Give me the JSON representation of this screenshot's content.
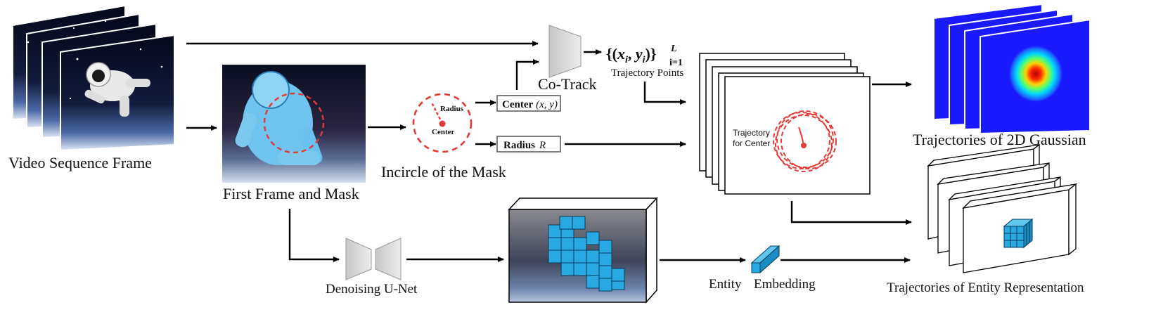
{
  "labels": {
    "video_sequence": "Video Sequence Frame",
    "first_frame": "First Frame and Mask",
    "incircle": "Incircle of the Mask",
    "radius_word": "Radius",
    "center_word": "Center",
    "center_box": "Center",
    "center_coords": "(x, y)",
    "radius_box": "Radius",
    "radius_symbol": "R",
    "cotrack": "Co-Track",
    "traj_points_formula": "{(x",
    "traj_points_label": "Trajectory Points",
    "traj_center_line1": "Trajectory",
    "traj_center_line2": "for Center",
    "gaussian": "Trajectories of 2D Gaussian",
    "unet": "Denoising U-Net",
    "entity": "Entity",
    "embedding": "Embedding",
    "entity_rep": "Trajectories of Entity Representation"
  },
  "formula": {
    "open": "{(",
    "x": "x",
    "i1": "i",
    "comma": ", ",
    "y": "y",
    "i2": "i",
    "close": ")}",
    "sub": "i=1",
    "sup": "L"
  },
  "colors": {
    "mask_circle": "#e53935",
    "cube_fill": "#29a9e1",
    "cube_stroke": "#0b3a5a",
    "trapezoid": "#dcdcdc",
    "space_dark": "#0a1024",
    "gaussian_blue": "#1a1aff"
  }
}
